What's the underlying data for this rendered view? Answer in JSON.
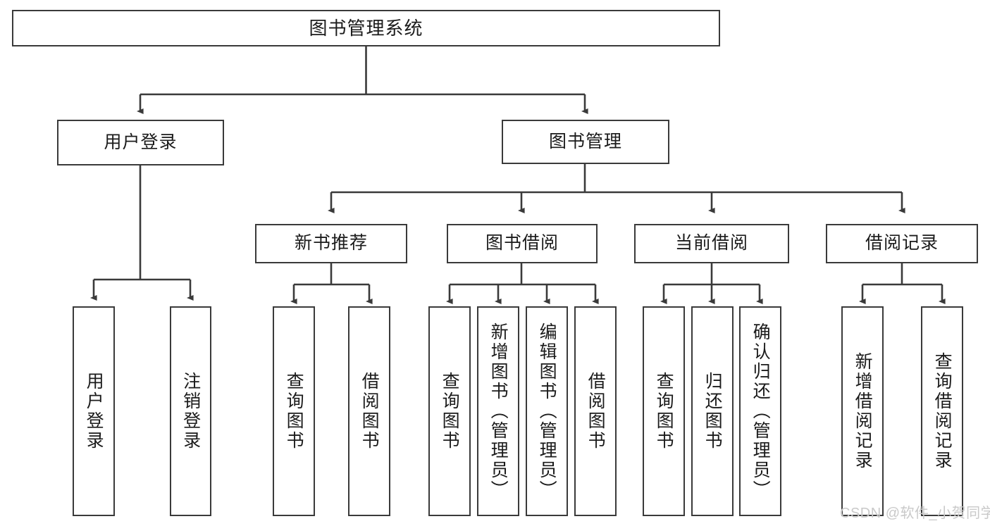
{
  "diagram": {
    "type": "hierarchy-tree",
    "title": "图书管理系统",
    "watermark": "CSDN @软件_小贺同学",
    "line_color": "#3a3a3a",
    "text_color": "#1b1b1b",
    "background": "#ffffff",
    "watermark_color": "#c9c9c9"
  },
  "nodes": {
    "root": {
      "label": "图书管理系统",
      "level": 1
    },
    "l2": [
      {
        "id": "user-login",
        "label": "用户登录",
        "level": 2
      },
      {
        "id": "book-manage",
        "label": "图书管理",
        "level": 2
      }
    ],
    "l3": [
      {
        "id": "new-book-rec",
        "label": "新书推荐",
        "level": 3,
        "parent": "book-manage"
      },
      {
        "id": "book-borrow",
        "label": "图书借阅",
        "level": 3,
        "parent": "book-manage"
      },
      {
        "id": "current-borrow",
        "label": "当前借阅",
        "level": 3,
        "parent": "book-manage"
      },
      {
        "id": "borrow-record",
        "label": "借阅记录",
        "level": 3,
        "parent": "book-manage"
      }
    ],
    "leaves": [
      {
        "id": "leaf-user-login",
        "label": "用户登录",
        "parent": "user-login"
      },
      {
        "id": "leaf-logout",
        "label": "注销登录",
        "parent": "user-login"
      },
      {
        "id": "leaf-query-book-1",
        "label": "查询图书",
        "parent": "new-book-rec"
      },
      {
        "id": "leaf-borrow-book-1",
        "label": "借阅图书",
        "parent": "new-book-rec"
      },
      {
        "id": "leaf-query-book-2",
        "label": "查询图书",
        "parent": "book-borrow"
      },
      {
        "id": "leaf-add-book",
        "label": "新增图书（管理员）",
        "parent": "book-borrow"
      },
      {
        "id": "leaf-edit-book",
        "label": "编辑图书（管理员）",
        "parent": "book-borrow"
      },
      {
        "id": "leaf-borrow-book-2",
        "label": "借阅图书",
        "parent": "book-borrow"
      },
      {
        "id": "leaf-query-book-3",
        "label": "查询图书",
        "parent": "current-borrow"
      },
      {
        "id": "leaf-return-book",
        "label": "归还图书",
        "parent": "current-borrow"
      },
      {
        "id": "leaf-confirm-return",
        "label": "确认归还（管理员）",
        "parent": "current-borrow"
      },
      {
        "id": "leaf-add-record",
        "label": "新增借阅记录",
        "parent": "borrow-record"
      },
      {
        "id": "leaf-query-record",
        "label": "查询借阅记录",
        "parent": "borrow-record"
      }
    ]
  }
}
